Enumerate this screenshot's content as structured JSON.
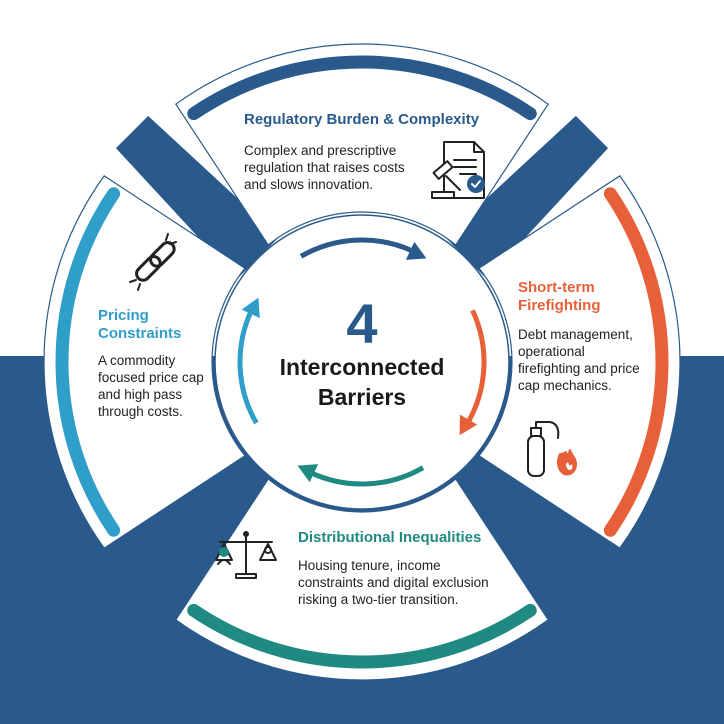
{
  "center": {
    "number": "4",
    "line1": "Interconnected",
    "line2": "Barriers"
  },
  "segments": {
    "top": {
      "title": "Regulatory Burden & Complexity",
      "body": [
        "Complex and prescriptive",
        "regulation that raises costs",
        "and slows innovation."
      ],
      "color": "#2a5a8c",
      "icon": "regulation-gavel-document-icon"
    },
    "right": {
      "title": [
        "Short-term",
        "Firefighting"
      ],
      "body": [
        "Debt management,",
        "operational",
        "firefighting and price",
        "cap mechanics."
      ],
      "color": "#e8603a",
      "icon": "fire-extinguisher-icon"
    },
    "bottom": {
      "title": "Distributional Inequalities",
      "body": [
        "Housing tenure, income",
        "constraints and digital exclusion",
        "risking a two-tier transition."
      ],
      "color": "#1f8a82",
      "icon": "balance-scale-people-icon"
    },
    "left": {
      "title": [
        "Pricing",
        "Constraints"
      ],
      "body": [
        "A commodity",
        "focused price cap",
        "and high pass",
        "through costs."
      ],
      "color": "#2f9fc9",
      "icon": "broken-chain-icon"
    }
  },
  "colors": {
    "background_band": "#2a5a8c",
    "separator": "#2a5a8c"
  }
}
